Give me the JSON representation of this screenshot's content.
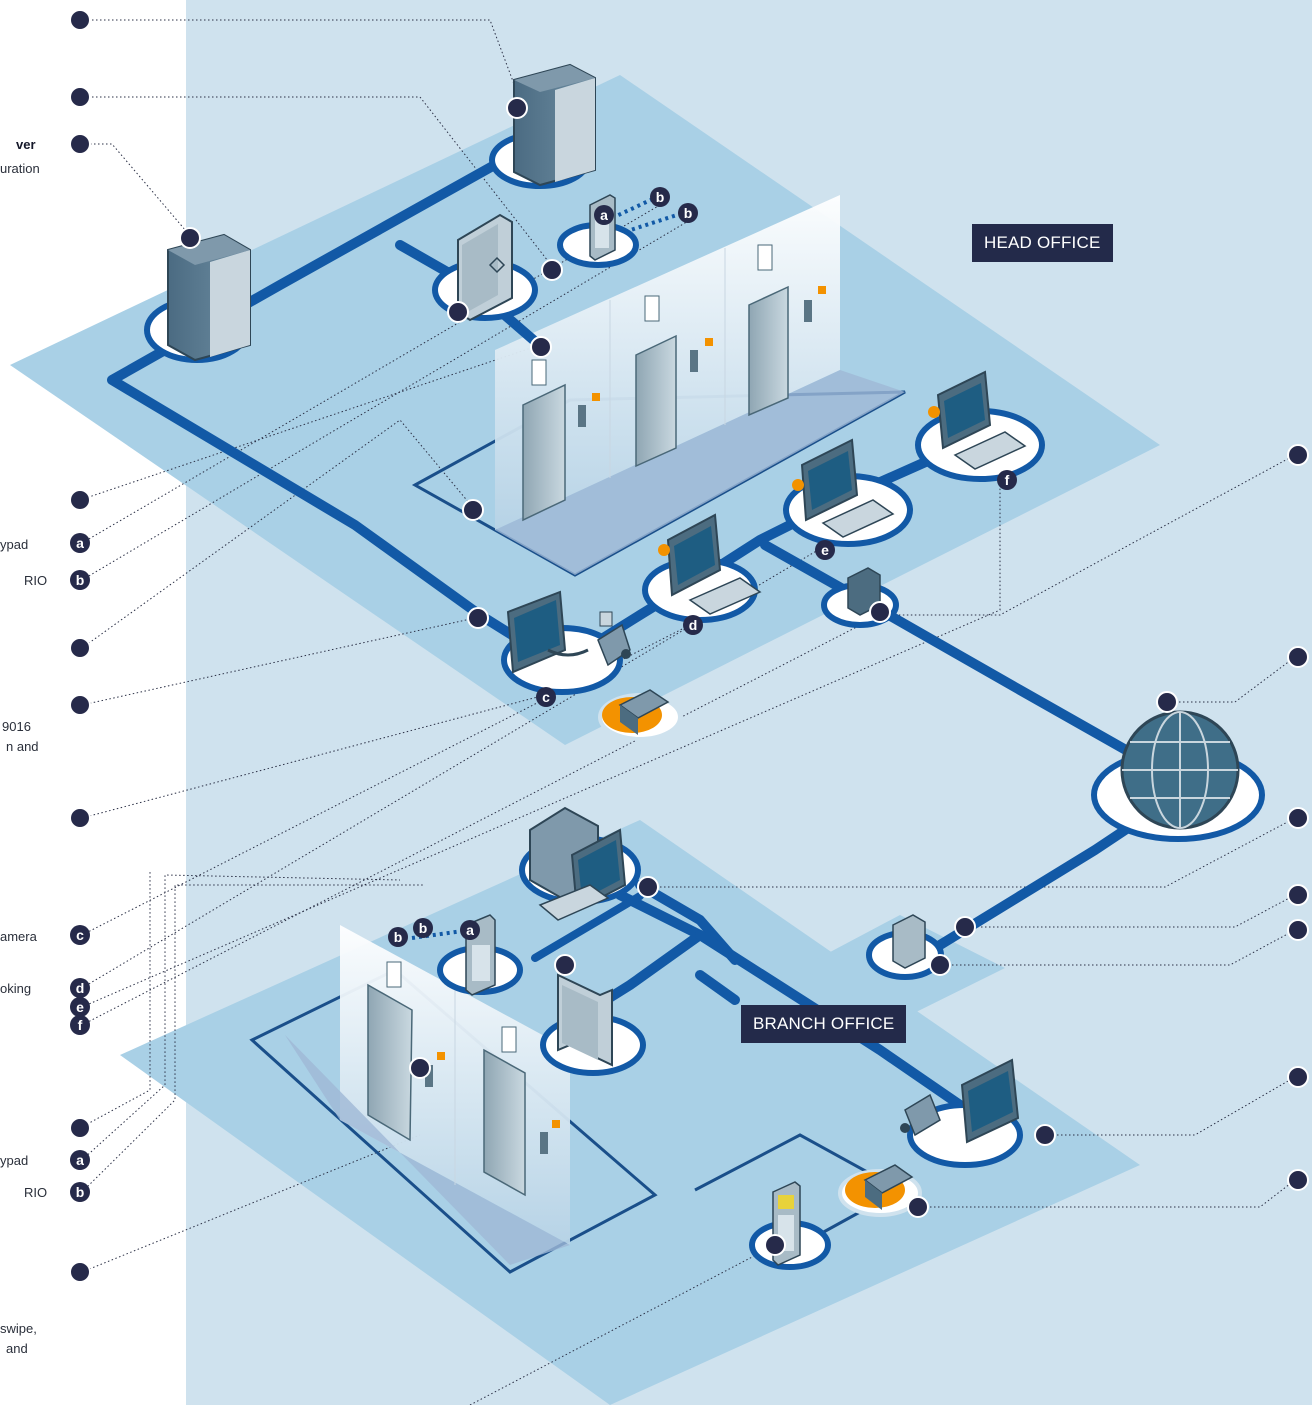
{
  "labels": {
    "head_office": "HEAD OFFICE",
    "branch_office": "BRANCH OFFICE"
  },
  "left_texts": [
    {
      "text": "ver",
      "bold": true
    },
    {
      "text": "uration",
      "bold": false
    },
    {
      "text": "ypad",
      "bold": false
    },
    {
      "text": "RIO",
      "bold": false
    },
    {
      "text": "9016",
      "bold": false
    },
    {
      "text": "n and",
      "bold": false
    },
    {
      "text": "amera",
      "bold": false
    },
    {
      "text": "oking",
      "bold": false
    },
    {
      "text": "ypad",
      "bold": false
    },
    {
      "text": "RIO",
      "bold": false
    },
    {
      "text": "swipe,",
      "bold": false
    },
    {
      "text": " and",
      "bold": false
    }
  ],
  "badges": {
    "a": "a",
    "b": "b",
    "c": "c",
    "d": "d",
    "e": "e",
    "f": "f"
  },
  "colors": {
    "page_bg": "#ffffff",
    "diagram_bg": "#cfe2ee",
    "plane": "#a9d0e6",
    "network_line": "#1259a6",
    "node_dot": "#262a4a",
    "label_box": "#232a4a",
    "accent_orange": "#f39200"
  }
}
